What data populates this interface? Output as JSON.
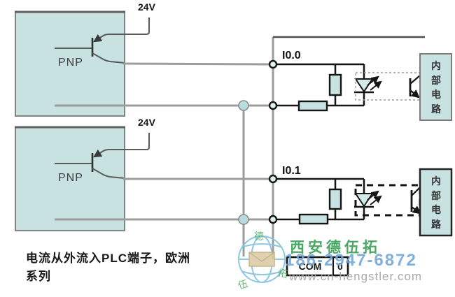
{
  "diagram": {
    "sensors": [
      {
        "label": "PNP",
        "supply": "24V"
      },
      {
        "label": "PNP",
        "supply": "24V"
      }
    ],
    "inputs": [
      {
        "label": "I0.0"
      },
      {
        "label": "I0.1"
      }
    ],
    "internal_boxes": [
      {
        "label": "内部电路"
      },
      {
        "label": "内部电路"
      }
    ],
    "com_terminal": {
      "label": "COM",
      "aux": "0"
    },
    "caption_line1": "电流从外流入PLC端子，欧洲",
    "caption_line2": "系列"
  },
  "watermark": {
    "company": "西安德伍拓",
    "phone": "186-2947-6872",
    "website": "www.cn-hengstler.com",
    "seal_chars": [
      "德",
      "伍",
      "拓"
    ]
  },
  "colors": {
    "panel_fill": "#c8e2e2",
    "wire_gray": "#9c9c9c",
    "line_black": "#151515",
    "junction_dot": "#b8dcdf",
    "watermark_green": "#3fa45a",
    "watermark_blue": "#6fa6d9",
    "watermark_gray": "#a5a5a5"
  }
}
